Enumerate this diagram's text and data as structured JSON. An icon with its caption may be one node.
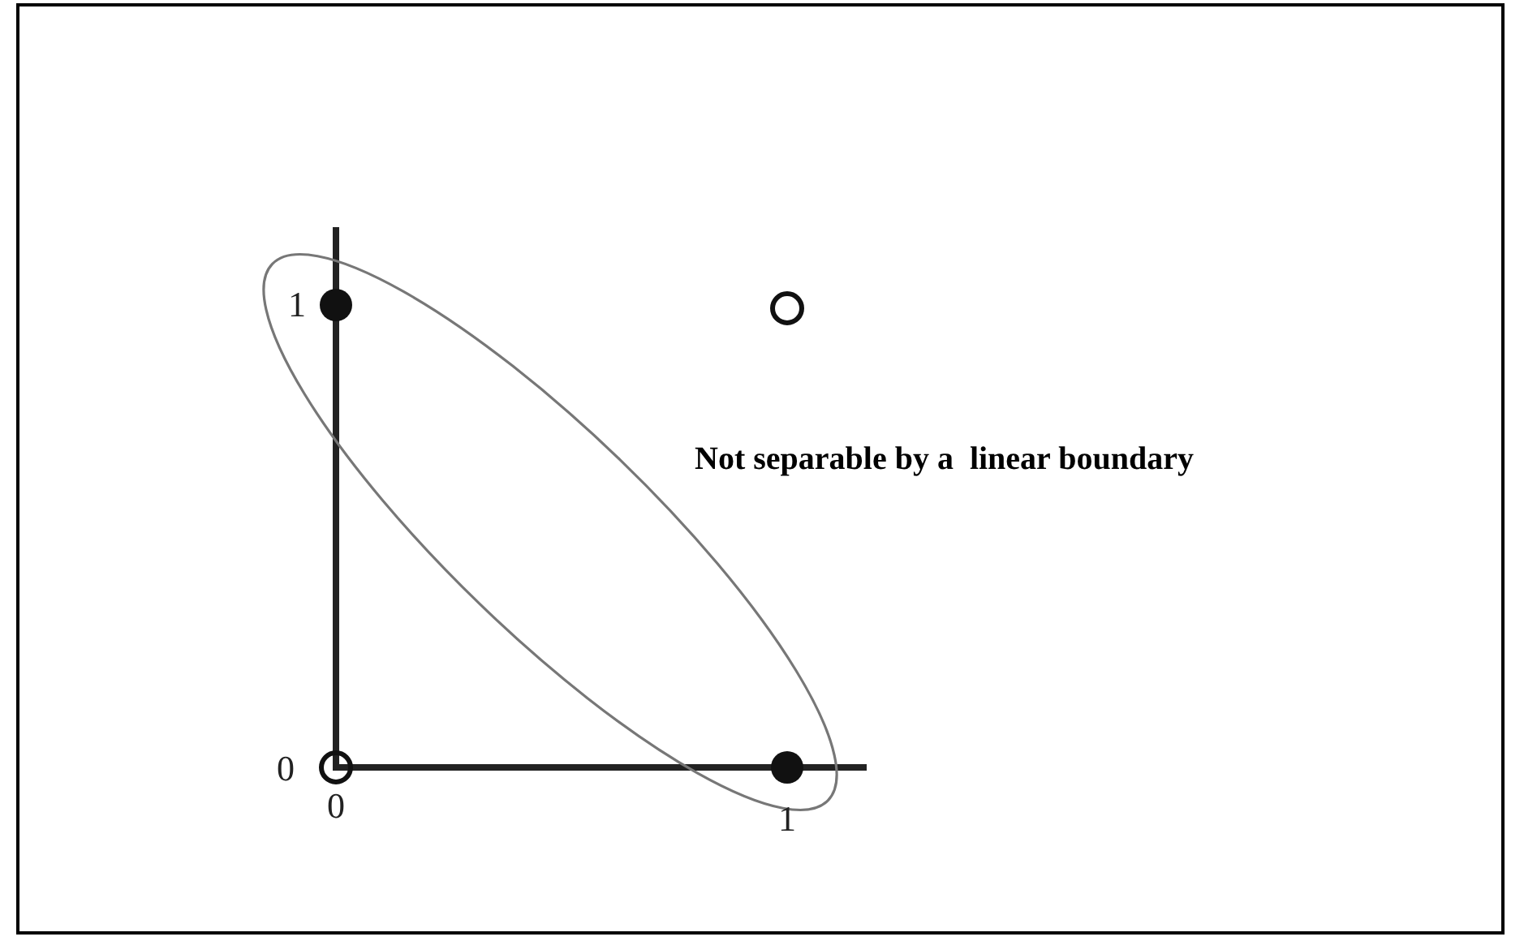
{
  "diagram": {
    "labels": [
      "1",
      "0",
      "0",
      "1",
      "Not separable by a  linear boundary"
    ]
  }
}
